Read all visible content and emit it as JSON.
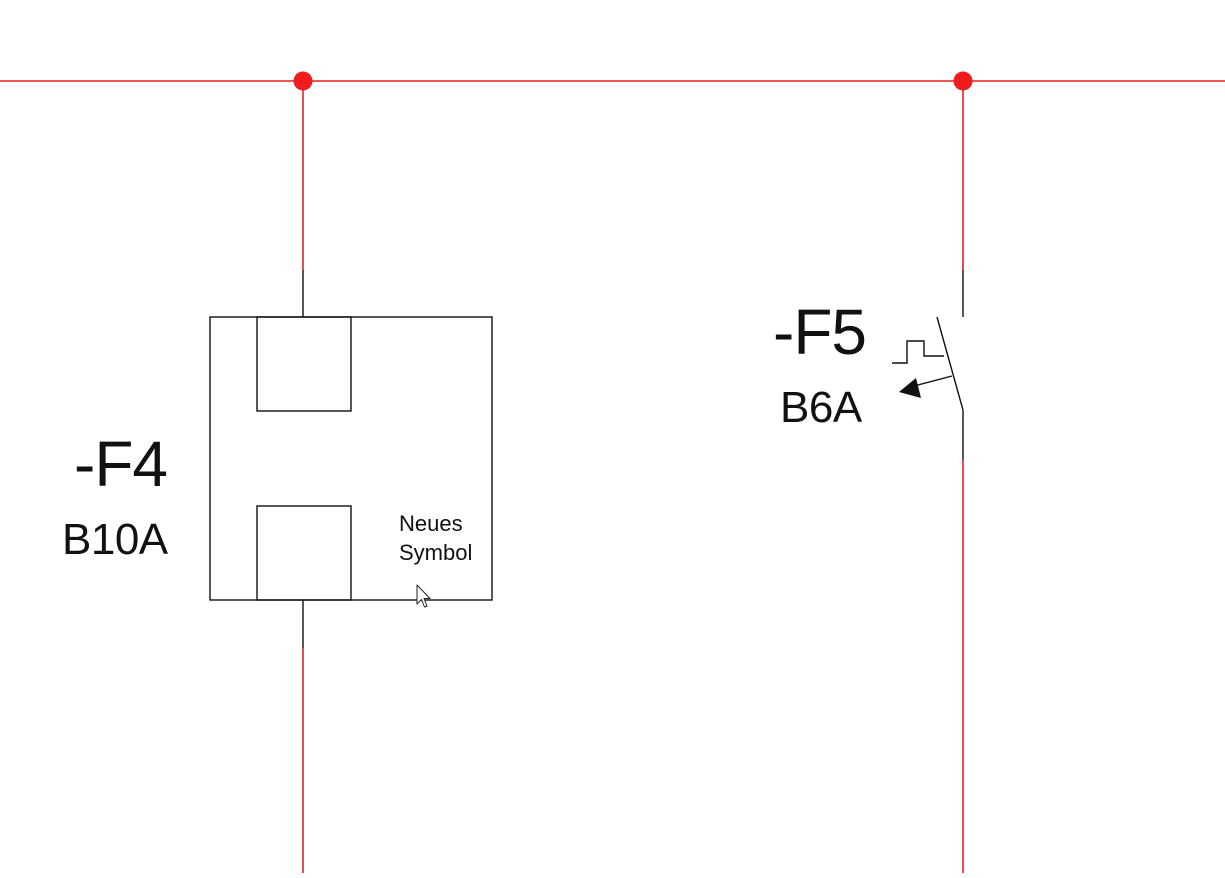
{
  "colors": {
    "wire": "#e8201e",
    "junction": "#ee1c1c",
    "symbol": "#111111",
    "background": "#ffffff"
  },
  "components": {
    "f4": {
      "designation": "-F4",
      "rating": "B10A",
      "note_line1": "Neues",
      "note_line2": "Symbol"
    },
    "f5": {
      "designation": "-F5",
      "rating": "B6A"
    }
  },
  "cursor": {
    "icon": "mouse-pointer-icon"
  }
}
